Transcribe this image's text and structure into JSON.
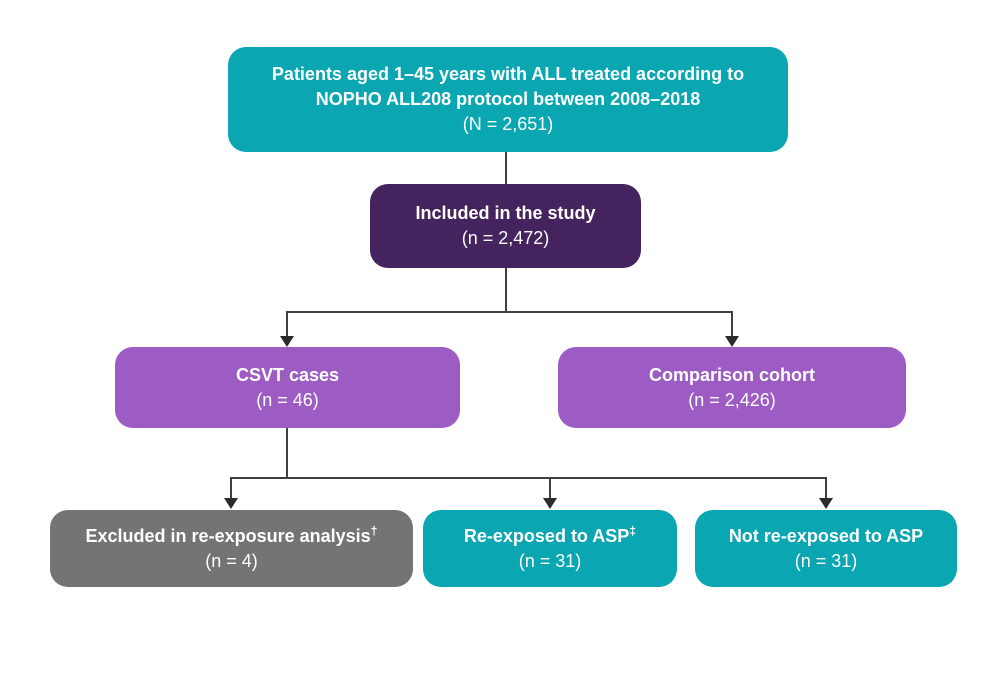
{
  "colors": {
    "teal": "#0aa6b2",
    "purpleDark": "#44235e",
    "purpleLight": "#9c5cc4",
    "gray": "#747477",
    "line": "#404040",
    "arrow": "#2b2b2b",
    "text": "#ffffff"
  },
  "diagram": {
    "boxes": [
      {
        "name": "population",
        "lines": [
          "Patients aged 1–45 years with ALL treated according to",
          "NOPHO ALL208 protocol between 2008–2018"
        ],
        "count": "(N = 2,651)",
        "color": "teal"
      },
      {
        "name": "included",
        "lines": [
          "Included in the study"
        ],
        "count": "(n = 2,472)",
        "color": "purpleDark"
      },
      {
        "name": "csvt-cases",
        "lines": [
          "CSVT cases"
        ],
        "count": "(n = 46)",
        "color": "purpleLight"
      },
      {
        "name": "comparison-cohort",
        "lines": [
          "Comparison cohort"
        ],
        "count": "(n = 2,426)",
        "color": "purpleLight"
      },
      {
        "name": "excluded-reexposure",
        "lines": [
          "Excluded in re-exposure analysis"
        ],
        "sup": "†",
        "count": "(n = 4)",
        "color": "gray"
      },
      {
        "name": "reexposed-asp",
        "lines": [
          "Re-exposed to ASP"
        ],
        "sup": "‡",
        "count": "(n = 31)",
        "color": "teal"
      },
      {
        "name": "not-reexposed-asp",
        "lines": [
          "Not re-exposed to ASP"
        ],
        "count": "(n = 31)",
        "color": "teal"
      }
    ]
  }
}
